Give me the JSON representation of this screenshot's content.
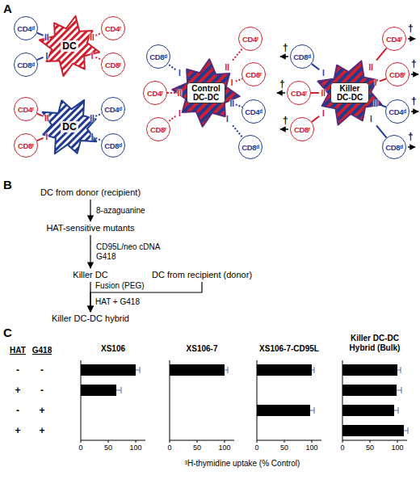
{
  "diagram": {
    "nodes": [
      {
        "text": [
          "DC"
        ]
      },
      {
        "text": [
          "CD4ᵈ"
        ]
      },
      {
        "text": [
          "CD8ᵈ"
        ]
      },
      {
        "text": [
          "CD4ʳ"
        ]
      },
      {
        "text": [
          "CD8ʳ"
        ]
      },
      {
        "text": [
          "DC"
        ]
      },
      {
        "text": [
          "CD4ʳ"
        ]
      },
      {
        "text": [
          "CD8ʳ"
        ]
      },
      {
        "text": [
          "CD4ᵈ"
        ]
      },
      {
        "text": [
          "CD8ᵈ"
        ]
      },
      {
        "text": [
          "Control DC-DC"
        ]
      },
      {
        "text": [
          "CD8ᵈ"
        ]
      },
      {
        "text": [
          "CD4ʳ"
        ]
      },
      {
        "text": [
          "CD8ʳ"
        ]
      },
      {
        "text": [
          "CD4ʳ"
        ]
      },
      {
        "text": [
          "CD8ʳ"
        ]
      },
      {
        "text": [
          "CD4ᵈ"
        ]
      },
      {
        "text": [
          "CD8ᵈ"
        ]
      },
      {
        "text": [
          "Killer DC-DC"
        ]
      },
      {
        "text": [
          "CD8ᵈ"
        ]
      },
      {
        "text": [
          "CD4ʳ"
        ]
      },
      {
        "text": [
          "CD8ʳ"
        ]
      },
      {
        "text": [
          "CD4ʳ"
        ]
      },
      {
        "text": [
          "CD8ʳ"
        ]
      },
      {
        "text": [
          "CD4ᵈ"
        ]
      },
      {
        "text": [
          "CD8ᵈ"
        ]
      },
      {
        "text": [
          "DC from donor (recipient)"
        ]
      },
      {
        "text": [
          "HAT-sensitive mutants"
        ]
      },
      {
        "text": [
          "Killer DC"
        ]
      },
      {
        "text": [
          "DC from recipient (donor)"
        ]
      },
      {
        "text": [
          "Killer DC-DC hybrid"
        ]
      }
    ],
    "edges": [
      {
        "from": 0,
        "to": 1,
        "label": "II",
        "arrow": "none"
      },
      {
        "from": 0,
        "to": 2,
        "label": "I",
        "arrow": "none"
      },
      {
        "from": 0,
        "to": 3,
        "label": "II",
        "arrow": "none"
      },
      {
        "from": 0,
        "to": 4,
        "label": "I",
        "arrow": "none"
      },
      {
        "from": 5,
        "to": 6,
        "label": "II",
        "arrow": "none"
      },
      {
        "from": 5,
        "to": 7,
        "label": "I",
        "arrow": "none"
      },
      {
        "from": 5,
        "to": 8,
        "label": "II",
        "arrow": "none"
      },
      {
        "from": 5,
        "to": 9,
        "label": "I",
        "arrow": "none"
      },
      {
        "from": 10,
        "to": 11,
        "label": "I",
        "arrow": "none"
      },
      {
        "from": 10,
        "to": 12,
        "label": "II",
        "arrow": "none"
      },
      {
        "from": 10,
        "to": 13,
        "label": "I",
        "arrow": "none"
      },
      {
        "from": 10,
        "to": 14,
        "label": "II",
        "arrow": "none"
      },
      {
        "from": 10,
        "to": 15,
        "label": "I",
        "arrow": "none"
      },
      {
        "from": 10,
        "to": 16,
        "label": "II",
        "arrow": "none"
      },
      {
        "from": 10,
        "to": 17,
        "label": "I",
        "arrow": "none"
      },
      {
        "from": 18,
        "to": 19,
        "label": "I",
        "arrow": "none"
      },
      {
        "from": 18,
        "to": 20,
        "label": "II",
        "arrow": "none"
      },
      {
        "from": 18,
        "to": 21,
        "label": "I",
        "arrow": "none"
      },
      {
        "from": 18,
        "to": 22,
        "label": "II",
        "arrow": "none"
      },
      {
        "from": 18,
        "to": 23,
        "label": "I",
        "arrow": "none"
      },
      {
        "from": 18,
        "to": 24,
        "label": "II",
        "arrow": "none"
      },
      {
        "from": 18,
        "to": 25,
        "label": "I",
        "arrow": "none"
      },
      {
        "from": 26,
        "to": 27,
        "label": "8-azaguanine",
        "arrow": "to"
      },
      {
        "from": 27,
        "to": 28,
        "label": "CD95L/neo cDNA G418",
        "arrow": "to"
      },
      {
        "from": 28,
        "to": 30,
        "arrow": "to"
      },
      {
        "from": 29,
        "to": 30,
        "arrow": "to"
      }
    ],
    "labels": [
      "A",
      "B",
      "C",
      "†",
      "†",
      "†",
      "†",
      "†",
      "†",
      "†",
      "Fusion (PEG)",
      "HAT + G418",
      "HAT",
      "G418",
      "-",
      "-",
      "+",
      "-",
      "-",
      "+",
      "+",
      "+",
      "XS106",
      "XS106-7",
      "XS106-7-CD95L",
      "Killer DC-DC Hybrid (Bulk)",
      "0",
      "50",
      "100",
      "0",
      "50",
      "100",
      "0",
      "50",
      "100",
      "0",
      "50",
      "100",
      "³H-thymidine uptake (% Control)"
    ]
  }
}
